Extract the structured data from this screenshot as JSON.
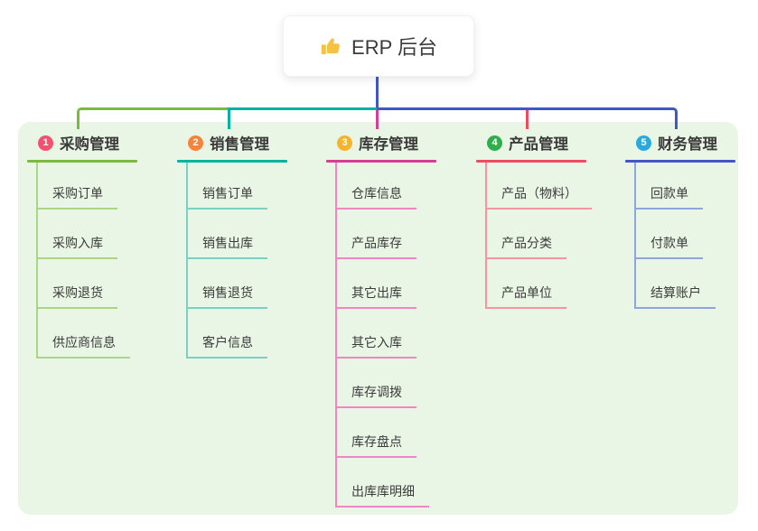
{
  "root": {
    "label": "ERP 后台",
    "icon": "thumbs-up"
  },
  "colors": {
    "panel_bg": "#eaf6e5",
    "text": "#3b3b3b",
    "trunk": "#4356c6",
    "bus_green": "#7cb93f",
    "bus_teal": "#00b3a0",
    "drop_magenta": "#d83c95",
    "drop_red": "#ee4a61"
  },
  "branches": [
    {
      "badge_num": "1",
      "label": "采购管理",
      "line_color": "#7cb93f",
      "child_line_color": "#a9d584",
      "badge_color": "#f2526e",
      "children": [
        "采购订单",
        "采购入库",
        "采购退货",
        "供应商信息"
      ]
    },
    {
      "badge_num": "2",
      "label": "销售管理",
      "line_color": "#00b3a0",
      "child_line_color": "#7bd0c4",
      "badge_color": "#f8833b",
      "children": [
        "销售订单",
        "销售出库",
        "销售退货",
        "客户信息"
      ]
    },
    {
      "badge_num": "3",
      "label": "库存管理",
      "line_color": "#d83c95",
      "child_line_color": "#ef87c3",
      "badge_color": "#f6b42c",
      "children": [
        "仓库信息",
        "产品库存",
        "其它出库",
        "其它入库",
        "库存调拨",
        "库存盘点",
        "出库库明细"
      ]
    },
    {
      "badge_num": "4",
      "label": "产品管理",
      "line_color": "#ee4a61",
      "child_line_color": "#f695a0",
      "badge_color": "#2fae4e",
      "children": [
        "产品（物料）",
        "产品分类",
        "产品单位"
      ]
    },
    {
      "badge_num": "5",
      "label": "财务管理",
      "line_color": "#4356c6",
      "child_line_color": "#8fa5dd",
      "badge_color": "#29a9e0",
      "children": [
        "回款单",
        "付款单",
        "结算账户"
      ]
    }
  ]
}
